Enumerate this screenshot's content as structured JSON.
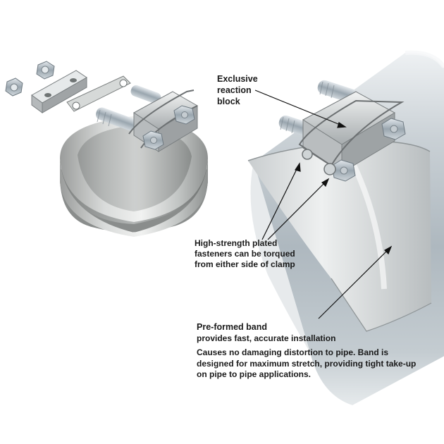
{
  "callouts": {
    "reaction_block": [
      "Exclusive",
      "reaction",
      "block"
    ],
    "fasteners": [
      "High-strength plated",
      "fasteners can be torqued",
      "from either side of clamp"
    ],
    "band": [
      "Pre-formed band",
      "provides fast, accurate installation"
    ],
    "distortion": [
      "Causes no damaging distortion to pipe. Band is",
      "designed for maximum stretch, providing tight take-up",
      "on pipe to pipe applications."
    ]
  },
  "colors": {
    "pipe": "#b9c3c9",
    "band_metal": "#cfd3d4",
    "bolt_zinc": "#aab4bc",
    "text": "#1a1a1a"
  },
  "icons": [
    "hex-nut-icon",
    "reaction-bar-icon",
    "clamp-band-icon",
    "pipe-icon",
    "leader-arrow-icon"
  ]
}
